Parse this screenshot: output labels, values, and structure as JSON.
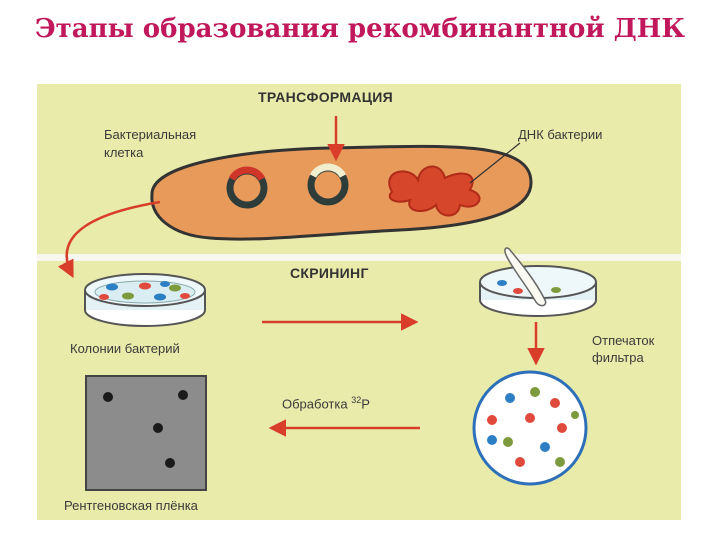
{
  "title": "Этапы образования рекомбинантной ДНК",
  "stages": {
    "transformation": "ТРАНСФОРМАЦИЯ",
    "screening": "СКРИНИНГ"
  },
  "labels": {
    "bacterial_cell_line1": "Бактериальная",
    "bacterial_cell_line2": "клетка",
    "bacterial_dna": "ДНК бактерии",
    "bacterial_colonies": "Колонии бактерий",
    "filter_print_line1": "Отпечаток",
    "filter_print_line2": "фильтра",
    "treatment": "Обработка",
    "isotope_sup": "32",
    "isotope_el": "P",
    "xray_film": "Рентгеновская плёнка"
  },
  "colors": {
    "title": "#c0185a",
    "panel": "#e9ebab",
    "cell": "#e79a5a",
    "arrow": "#d93e2a",
    "dna": "#d6462a",
    "film": "#8c8c8c",
    "colony_red": "#e04a3c",
    "colony_blue": "#2d7fc4",
    "colony_green": "#7d9a3c"
  }
}
